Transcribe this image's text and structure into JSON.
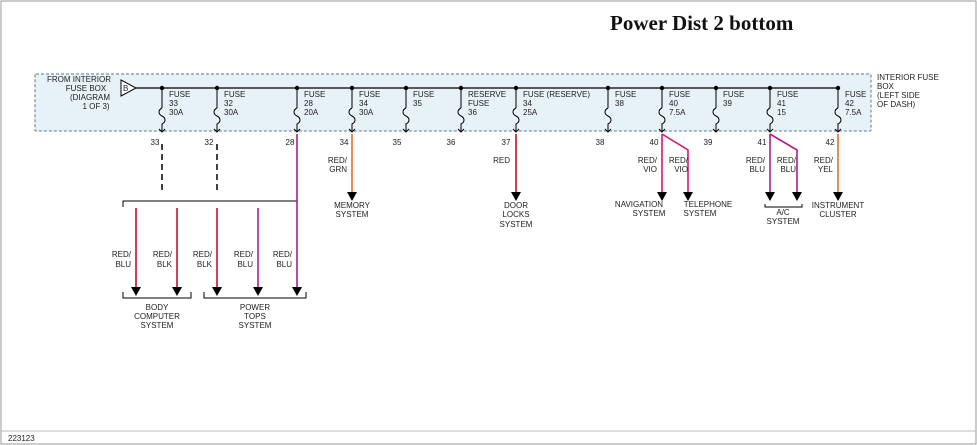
{
  "title": "Power Dist 2 bottom",
  "figure_id": "223123",
  "source_box": {
    "lines": [
      "FROM INTERIOR",
      "FUSE BOX",
      "(DIAGRAM",
      "1 OF 3)"
    ],
    "connector": "B"
  },
  "dest_box": {
    "lines": [
      "INTERIOR FUSE",
      "BOX",
      "(LEFT SIDE",
      "OF DASH)"
    ]
  },
  "fuses": [
    {
      "lines": [
        "FUSE",
        "33",
        "30A"
      ],
      "pin": "33"
    },
    {
      "lines": [
        "FUSE",
        "32",
        "30A"
      ],
      "pin": "32"
    },
    {
      "lines": [
        "FUSE",
        "28",
        "20A"
      ],
      "pin": "28"
    },
    {
      "lines": [
        "FUSE",
        "34",
        "30A"
      ],
      "pin": "34"
    },
    {
      "lines": [
        "FUSE",
        "35"
      ],
      "pin": "35"
    },
    {
      "lines": [
        "RESERVE",
        "FUSE",
        "36"
      ],
      "pin": "36"
    },
    {
      "lines": [
        "FUSE (RESERVE)",
        "34",
        "25A"
      ],
      "pin": "37"
    },
    {
      "lines": [
        "FUSE",
        "38"
      ],
      "pin": "38"
    },
    {
      "lines": [
        "FUSE",
        "40",
        "7.5A"
      ],
      "pin": "40"
    },
    {
      "lines": [
        "FUSE",
        "39"
      ],
      "pin": "39"
    },
    {
      "lines": [
        "FUSE",
        "41",
        "15"
      ],
      "pin": "41"
    },
    {
      "lines": [
        "FUSE",
        "42",
        "7.5A"
      ],
      "pin": "42"
    }
  ],
  "wire_colors": {
    "red_blu": [
      "RED/",
      "BLU"
    ],
    "red_blk": [
      "RED/",
      "BLK"
    ],
    "red_grn": [
      "RED/",
      "GRN"
    ],
    "red": [
      "RED"
    ],
    "red_vio": [
      "RED/",
      "VIO"
    ],
    "red_yel": [
      "RED/",
      "YEL"
    ]
  },
  "systems": {
    "memory": [
      "MEMORY",
      "SYSTEM"
    ],
    "door_locks": [
      "DOOR",
      "LOCKS",
      "SYSTEM"
    ],
    "navigation": [
      "NAVIGATION",
      "SYSTEM"
    ],
    "telephone": [
      "TELEPHONE",
      "SYSTEM"
    ],
    "ac": [
      "A/C",
      "SYSTEM"
    ],
    "instrument_cluster": [
      "INSTRUMENT",
      "CLUSTER"
    ],
    "body_computer": [
      "BODY",
      "COMPUTER",
      "SYSTEM"
    ],
    "power_tops": [
      "POWER",
      "TOPS",
      "SYSTEM"
    ]
  },
  "colors": {
    "red_blu": "#c8102e",
    "red_blk": "#c8102e",
    "red_grn": "#e0702a",
    "red": "#c8102e",
    "red_vio": "#d6186d",
    "red_yel": "#e0702a",
    "red_blu_tops": "#b01d8c",
    "box_fill": "#e7f1f8",
    "box_border": "#5a7a8e"
  }
}
